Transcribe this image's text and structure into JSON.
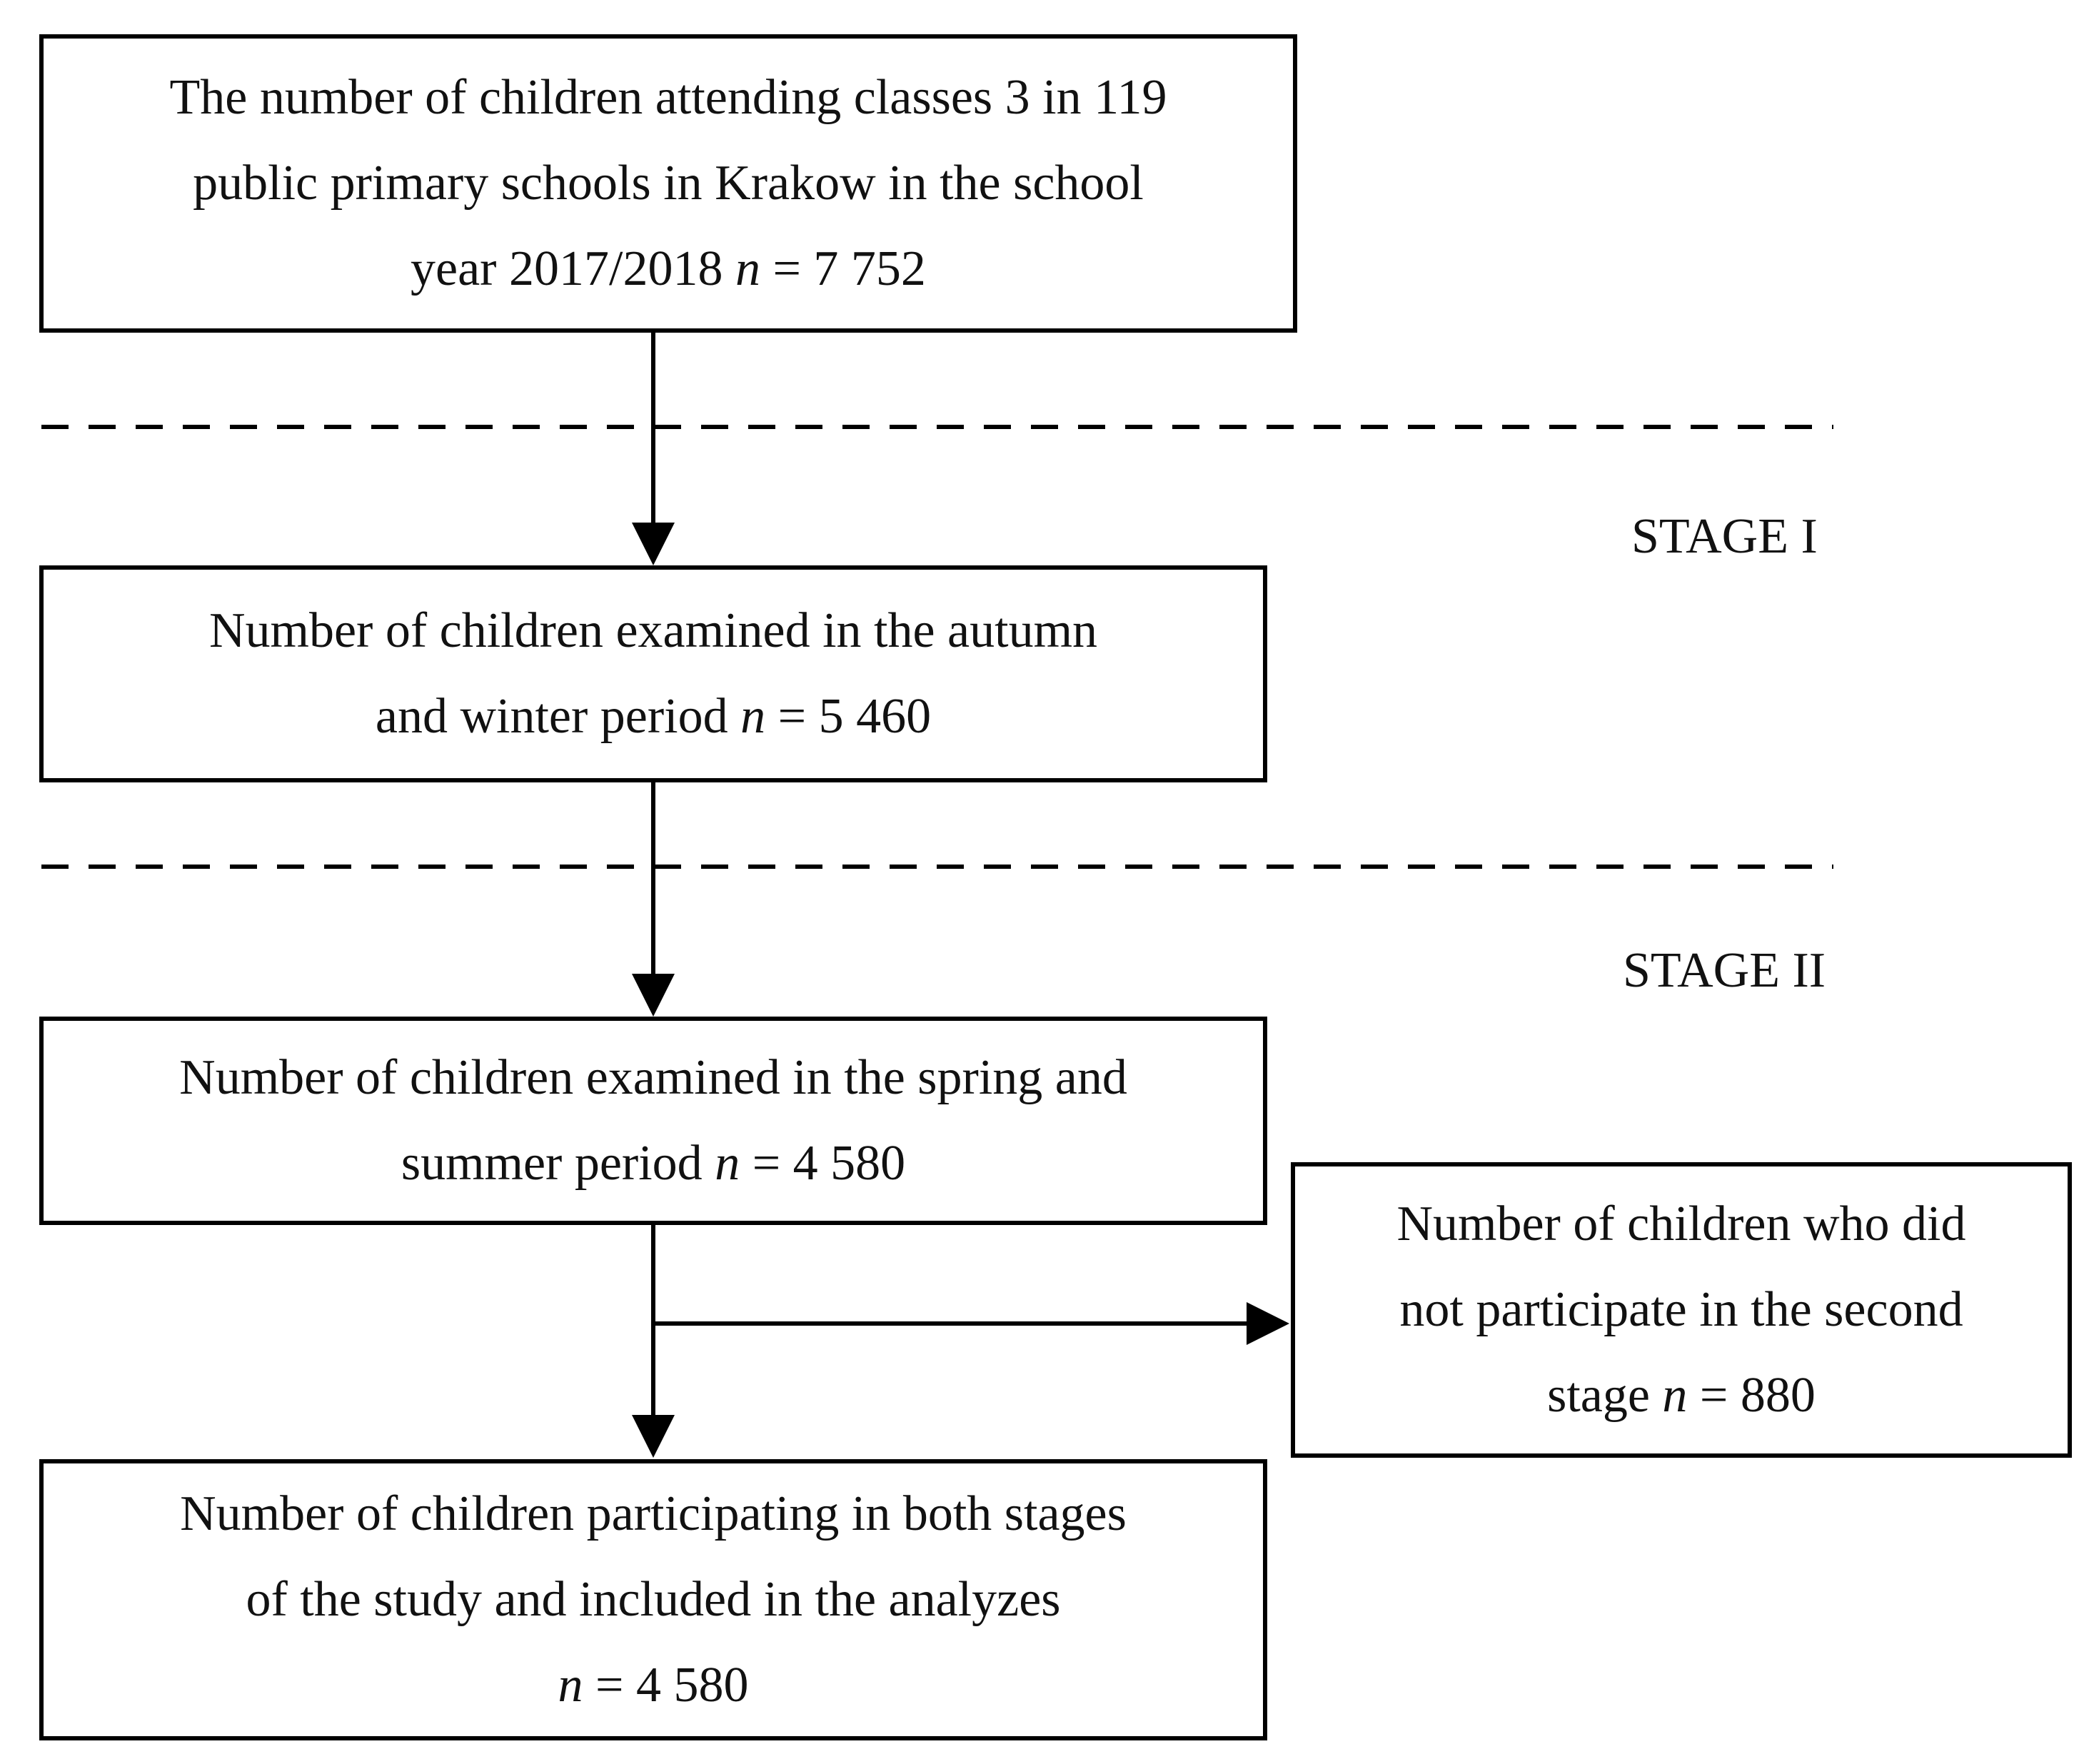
{
  "nodes": {
    "total": {
      "line1": "The number of children attending classes 3 in 119",
      "line2": "public primary schools in Krakow in the school",
      "line3_prefix": "year 2017/2018 ",
      "n": "n",
      "value": " = 7 752"
    },
    "autumn": {
      "line1": "Number of children examined in the autumn",
      "line2_prefix": "and winter period ",
      "n": "n",
      "value": " = 5 460"
    },
    "spring": {
      "line1": "Number of children examined in the spring and",
      "line2_prefix": "summer period ",
      "n": "n",
      "value": " = 4 580"
    },
    "dropout": {
      "line1": "Number of children who did",
      "line2": "not participate in the second",
      "line3_prefix": "stage ",
      "n": "n",
      "value": " = 880"
    },
    "final": {
      "line1": "Number of children participating in both stages",
      "line2": "of the study and included in the analyzes",
      "n": "n",
      "value": " = 4 580"
    }
  },
  "stages": {
    "stage1": "STAGE I",
    "stage2": "STAGE II"
  },
  "colors": {
    "line": "#000000",
    "text": "#111111",
    "background": "#ffffff"
  }
}
